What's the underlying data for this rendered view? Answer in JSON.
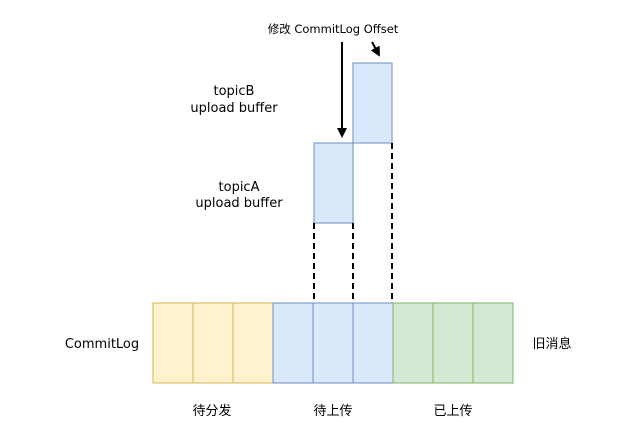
{
  "labels": {
    "top_note": "修改 CommitLog Offset",
    "topic_b_line1": "topicB",
    "topic_b_line2": "upload buffer",
    "topic_a_line1": "topicA",
    "topic_a_line2": "upload buffer",
    "commitlog": "CommitLog",
    "old_messages": "旧消息",
    "pending_dispatch": "待分发",
    "pending_upload": "待上传",
    "uploaded": "已上传"
  },
  "colors": {
    "yellow_fill": "#fff2cc",
    "yellow_stroke": "#d6b656",
    "blue_fill": "#dae8fc",
    "blue_stroke": "#6c8ebf",
    "green_fill": "#d5e8d4",
    "green_stroke": "#82b366",
    "line": "#000000"
  }
}
